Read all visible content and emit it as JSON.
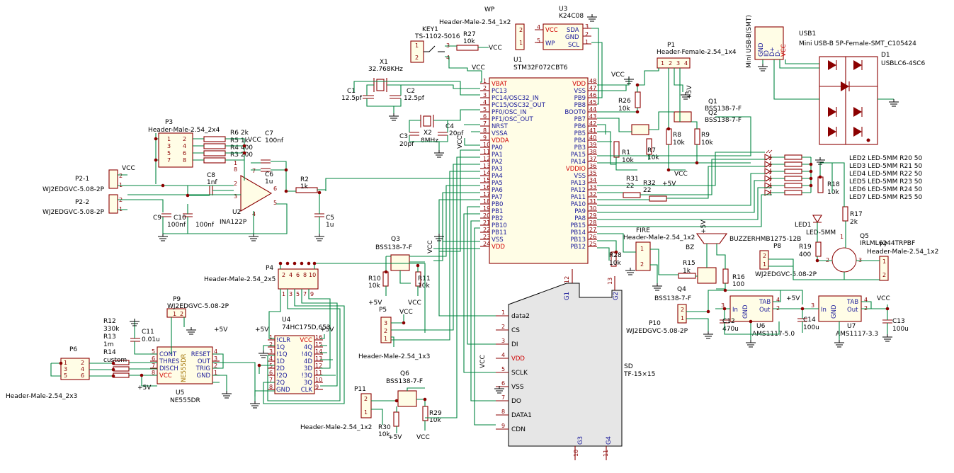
{
  "u1": {
    "ref": "U1",
    "value": "STM32F072CBT6",
    "left": [
      {
        "num": "1",
        "name": "VBAT",
        "red": true
      },
      {
        "num": "2",
        "name": "PC13"
      },
      {
        "num": "3",
        "name": "PC14/OSC32_IN"
      },
      {
        "num": "4",
        "name": "PC15/OSC32_OUT"
      },
      {
        "num": "5",
        "name": "PF0/OSC_IN"
      },
      {
        "num": "6",
        "name": "PF1/OSC_OUT"
      },
      {
        "num": "7",
        "name": "NRST"
      },
      {
        "num": "8",
        "name": "VSSA"
      },
      {
        "num": "9",
        "name": "VDDA",
        "red": true
      },
      {
        "num": "10",
        "name": "PA0"
      },
      {
        "num": "11",
        "name": "PA1"
      },
      {
        "num": "12",
        "name": "PA2"
      },
      {
        "num": "13",
        "name": "PA3"
      },
      {
        "num": "14",
        "name": "PA4"
      },
      {
        "num": "15",
        "name": "PA5"
      },
      {
        "num": "16",
        "name": "PA6"
      },
      {
        "num": "17",
        "name": "PA7"
      },
      {
        "num": "18",
        "name": "PB0"
      },
      {
        "num": "19",
        "name": "PB1"
      },
      {
        "num": "20",
        "name": "PB2"
      },
      {
        "num": "21",
        "name": "PB10"
      },
      {
        "num": "22",
        "name": "PB11"
      },
      {
        "num": "23",
        "name": "VSS"
      },
      {
        "num": "24",
        "name": "VDD",
        "red": true
      }
    ],
    "right": [
      {
        "num": "48",
        "name": "VDD",
        "red": true
      },
      {
        "num": "47",
        "name": "VSS"
      },
      {
        "num": "46",
        "name": "PB9"
      },
      {
        "num": "45",
        "name": "PB8"
      },
      {
        "num": "44",
        "name": "BOOT0"
      },
      {
        "num": "43",
        "name": "PB7"
      },
      {
        "num": "42",
        "name": "PB6"
      },
      {
        "num": "41",
        "name": "PB5"
      },
      {
        "num": "40",
        "name": "PB4"
      },
      {
        "num": "39",
        "name": "PB3"
      },
      {
        "num": "38",
        "name": "PA15"
      },
      {
        "num": "37",
        "name": "PA14"
      },
      {
        "num": "36",
        "name": "VDDIO",
        "red": true
      },
      {
        "num": "35",
        "name": "VSS"
      },
      {
        "num": "34",
        "name": "PA13"
      },
      {
        "num": "33",
        "name": "PA12"
      },
      {
        "num": "32",
        "name": "PA11"
      },
      {
        "num": "31",
        "name": "PA10"
      },
      {
        "num": "30",
        "name": "PA9"
      },
      {
        "num": "29",
        "name": "PA8"
      },
      {
        "num": "28",
        "name": "PB15"
      },
      {
        "num": "27",
        "name": "PB14"
      },
      {
        "num": "26",
        "name": "PB13"
      },
      {
        "num": "25",
        "name": "PB12"
      }
    ]
  },
  "u2": {
    "ref": "U2",
    "value": "INA122P"
  },
  "u3": {
    "ref": "U3",
    "value": "K24C08",
    "pins": [
      {
        "num": "4",
        "name": "VCC",
        "red": true
      },
      {
        "num": "5",
        "name": "WP"
      },
      {
        "num": "3",
        "name": "SDA"
      },
      {
        "num": "2",
        "name": "GND"
      },
      {
        "num": "1",
        "name": "SCL"
      }
    ]
  },
  "u4": {
    "ref": "U4",
    "value": "74HC175D,653",
    "left": [
      {
        "num": "1",
        "name": "!CLR"
      },
      {
        "num": "2",
        "name": "1Q"
      },
      {
        "num": "3",
        "name": "!1Q"
      },
      {
        "num": "4",
        "name": "1D"
      },
      {
        "num": "5",
        "name": "2D"
      },
      {
        "num": "6",
        "name": "!2Q"
      },
      {
        "num": "7",
        "name": "2Q"
      },
      {
        "num": "8",
        "name": "GND"
      }
    ],
    "right": [
      {
        "num": "16",
        "name": "VCC",
        "red": true
      },
      {
        "num": "15",
        "name": "4Q"
      },
      {
        "num": "14",
        "name": "!4Q"
      },
      {
        "num": "13",
        "name": "4D"
      },
      {
        "num": "12",
        "name": "3D"
      },
      {
        "num": "11",
        "name": "!3Q"
      },
      {
        "num": "10",
        "name": "3Q"
      },
      {
        "num": "9",
        "name": "CLK"
      }
    ]
  },
  "u5": {
    "ref": "U5",
    "value": "NE555DR",
    "chip": "NE555DR",
    "left": [
      {
        "num": "5",
        "name": "CONT"
      },
      {
        "num": "6",
        "name": "THRES"
      },
      {
        "num": "7",
        "name": "DISCH"
      },
      {
        "num": "8",
        "name": "VCC",
        "red": true
      }
    ],
    "right": [
      {
        "num": "4",
        "name": "RESET"
      },
      {
        "num": "3",
        "name": "OUT"
      },
      {
        "num": "2",
        "name": "TRIG"
      },
      {
        "num": "1",
        "name": "GND"
      }
    ]
  },
  "u6": {
    "ref": "U6",
    "value": "AMS1117-5.0",
    "gnd": "GND",
    "tab": "TAB",
    "in": "In",
    "out": "Out"
  },
  "u7": {
    "ref": "U7",
    "value": "AMS1117-3.3",
    "gnd": "GND",
    "tab": "TAB",
    "in": "In",
    "out": "Out"
  },
  "sd": {
    "ref": "SD",
    "value": "TF-15×15",
    "pins": [
      {
        "num": "1",
        "name": "data2"
      },
      {
        "num": "2",
        "name": "CS"
      },
      {
        "num": "3",
        "name": "DI"
      },
      {
        "num": "4",
        "name": "VDD",
        "red": true
      },
      {
        "num": "5",
        "name": "SCLK"
      },
      {
        "num": "6",
        "name": "VSS"
      },
      {
        "num": "7",
        "name": "DO"
      },
      {
        "num": "8",
        "name": "DATA1"
      },
      {
        "num": "9",
        "name": "CDN"
      }
    ],
    "g1": "G1",
    "g2": "G2",
    "g3": "G3",
    "g4": "G4",
    "n12": "12",
    "n13": "13",
    "n10": "10",
    "n11": "11"
  },
  "usb": {
    "ref": "USB1",
    "value": "Mini USB-B 5P-Female-SMT_C105424",
    "side": "Mini USB-B(SMT)",
    "pins": [
      "GND",
      "ID",
      "D+",
      "D-",
      "VCC"
    ]
  },
  "d1": {
    "ref": "D1",
    "value": "USBLC6-4SC6"
  },
  "p1": {
    "ref": "P1",
    "value": "Header-Female-2.54_1x4"
  },
  "p3": {
    "ref": "P3",
    "value": "Header-Male-2.54_2x4"
  },
  "p4": {
    "ref": "P4",
    "value": "Header-Male-2.54_2x5"
  },
  "p5": {
    "ref": "P5",
    "value": "Header-Male-2.54_1x3"
  },
  "p6": {
    "ref": "P6",
    "value": "Header-Male-2.54_2x3"
  },
  "p7": {
    "ref": "P7",
    "value": "Header-Male-2.54_1x2"
  },
  "p8": {
    "ref": "P8",
    "value": "WJ2EDGVC-5.08-2P"
  },
  "p9": {
    "ref": "P9",
    "value": "WJ2EDGVC-5.08-2P"
  },
  "p10": {
    "ref": "P10",
    "value": "WJ2EDGVC-5.08-2P"
  },
  "p11": {
    "ref": "P11",
    "value": "Header-Male-2.54_1x2"
  },
  "p21": {
    "ref": "P2-1",
    "value": "WJ2EDGVC-5.08-2P"
  },
  "p22": {
    "ref": "P2-2",
    "value": "WJ2EDGVC-5.08-2P"
  },
  "wp": {
    "ref": "WP",
    "value": "Header-Male-2.54_1x2"
  },
  "fire": {
    "ref": "FIRE",
    "value": "Header-Male-2.54_1x2"
  },
  "key1": {
    "ref": "KEY1",
    "value": "TS-1102-5016"
  },
  "x1": {
    "ref": "X1",
    "value": "32.768KHz"
  },
  "x2": {
    "ref": "X2",
    "value": "8MHz"
  },
  "bz": {
    "ref": "BZ",
    "value": "BUZZERHMB1275-12B"
  },
  "q1": {
    "ref": "Q1",
    "value": "BSS138-7-F"
  },
  "q2": {
    "ref": "Q2",
    "value": "BSS138-7-F"
  },
  "q3": {
    "ref": "Q3",
    "value": "BSS138-7-F"
  },
  "q4": {
    "ref": "Q4",
    "value": "BSS138-7-F"
  },
  "q5": {
    "ref": "Q5",
    "value": "IRLML6244TRPBF"
  },
  "q6": {
    "ref": "Q6",
    "value": "BSS138-7-F"
  },
  "led1": {
    "ref": "LED1",
    "value": "LED-5MM"
  },
  "leds": [
    "LED2 LED-5MM R20 50",
    "LED3 LED-5MM R21 50",
    "LED4 LED-5MM R22 50",
    "LED5 LED-5MM R23 50",
    "LED6 LED-5MM R24 50",
    "LED7 LED-5MM R25 50"
  ],
  "caps": {
    "c1": "C1",
    "c1v": "12.5pf",
    "c2": "C2",
    "c2v": "12.5pf",
    "c3": "C3",
    "c3v": "20pf",
    "c4": "C4",
    "c4v": "20pf",
    "c5": "C5",
    "c5v": "1u",
    "c6": "C6",
    "c6v": "1u",
    "c7": "C7",
    "c7v": "100nf",
    "c8": "C8",
    "c8v": "1nf",
    "c9": "C9",
    "c9v": "100nf",
    "c10": "C10",
    "c10v": "100nf",
    "c11": "C11",
    "c11v": "0.01u",
    "c12": "C12",
    "c12v": "470u",
    "c13": "C13",
    "c13v": "100u",
    "c14": "C14",
    "c14v": "100u"
  },
  "res": {
    "r1": "R1",
    "r1v": "10k",
    "r2": "R2",
    "r2v": "1k",
    "r7": "R7",
    "r7v": "10k",
    "r8": "R8",
    "r8v": "10k",
    "r9": "R9",
    "r9v": "10k",
    "r10": "R10",
    "r10v": "10k",
    "r11": "R11",
    "r11v": "10k",
    "r15": "R15",
    "r15v": "1k",
    "r16": "R16",
    "r16v": "100",
    "r17": "R17",
    "r17v": "2k",
    "r18": "R18",
    "r18v": "10k",
    "r19": "R19",
    "r19v": "400",
    "r26": "R26",
    "r26v": "10k",
    "r27": "R27",
    "r27v": "10k",
    "r28": "R28",
    "r28v": "10k",
    "r29": "R29",
    "r29v": "10k",
    "r30": "R30",
    "r30v": "10k",
    "r31": "R31",
    "r31v": "22",
    "r32": "R32",
    "r32v": "22"
  },
  "p3res": [
    "R6 2k",
    "R5 1k",
    "R4 400",
    "R3 200"
  ],
  "u5res": [
    "R12",
    "330k",
    "R13",
    "1m",
    "R14",
    "custom"
  ],
  "nets": {
    "vcc": "VCC",
    "v5": "+5V"
  }
}
